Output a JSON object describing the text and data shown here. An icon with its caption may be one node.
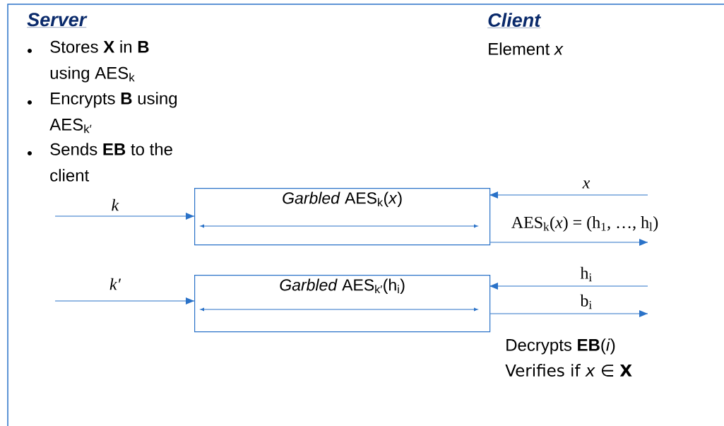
{
  "diagram": {
    "nodes": [
      {
        "text": [
          "*Garbled* AES$_{k}$(*x*)"
        ]
      },
      {
        "text": [
          "*Garbled* AES$_{k′}$(h$_{i}$)"
        ]
      }
    ],
    "edges": [
      {
        "from": null,
        "to": 0,
        "arrow": "to",
        "label": "*k*"
      },
      {
        "from": null,
        "to": 1,
        "arrow": "to",
        "label": "*k′*"
      },
      {
        "from": null,
        "to": 0,
        "arrow": "to",
        "label": "*x*"
      },
      {
        "from": 0,
        "to": null,
        "arrow": "to",
        "label": "AES$_{k}$(*x*) = (h$_{1}$, …, h$_{l}$)"
      },
      {
        "from": null,
        "to": 1,
        "arrow": "to",
        "label": "h$_{i}$"
      },
      {
        "from": 1,
        "to": null,
        "arrow": "to",
        "label": "b$_{i}$"
      }
    ],
    "labels": [
      "Server",
      "Stores **X** in **B** using AES$_{k}$",
      "Encrypts **B** using AES$_{k′}$",
      "Sends **EB** to the client",
      "Client",
      "Element *x*",
      "Decrypts **EB**(*i*)",
      "Verifies if *x* ∈ **X**"
    ]
  }
}
